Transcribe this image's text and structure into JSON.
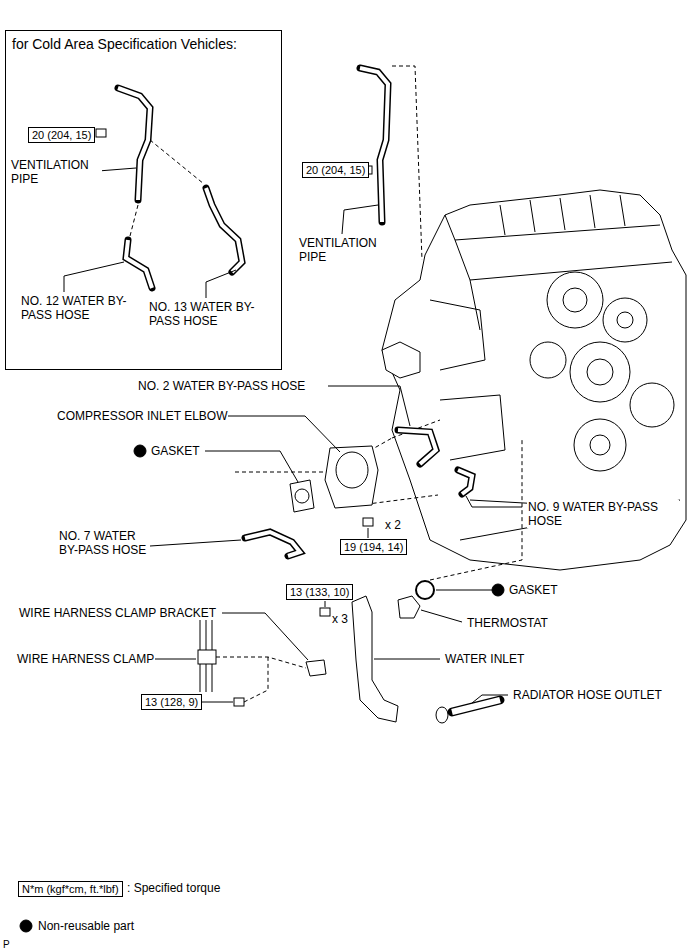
{
  "diagram": {
    "nodes": [
      {
        "text": [
          "for Cold Area Specification Vehicles:"
        ]
      },
      {
        "text": [
          "20 (204, 15)"
        ],
        "in": 0
      },
      {
        "text": [
          "20 (204, 15)"
        ]
      },
      {
        "text": [
          "19 (194, 14)"
        ]
      },
      {
        "text": [
          "13 (133, 10)"
        ]
      },
      {
        "text": [
          "13 (128, 9)"
        ]
      },
      {
        "text": [
          "N*m (kgf*cm, ft.*lbf)"
        ]
      }
    ],
    "labels": [
      "VENTILATION PIPE",
      "NO. 12 WATER BY-PASS HOSE",
      "NO. 13 WATER BY-PASS HOSE",
      "VENTILATION PIPE",
      "NO. 2 WATER BY-PASS HOSE",
      "COMPRESSOR INLET ELBOW",
      "GASKET",
      "NO. 9 WATER BY-PASS HOSE",
      "NO. 7 WATER BY-PASS HOSE",
      "x 2",
      "GASKET",
      "x 3",
      "THERMOSTAT",
      "WIRE HARNESS CLAMP BRACKET",
      "WIRE HARNESS CLAMP",
      "WATER INLET",
      "RADIATOR HOSE OUTLET",
      "P"
    ],
    "legend": [
      {
        "text": ": Specified torque"
      },
      {
        "text": "Non-reusable part"
      }
    ]
  }
}
